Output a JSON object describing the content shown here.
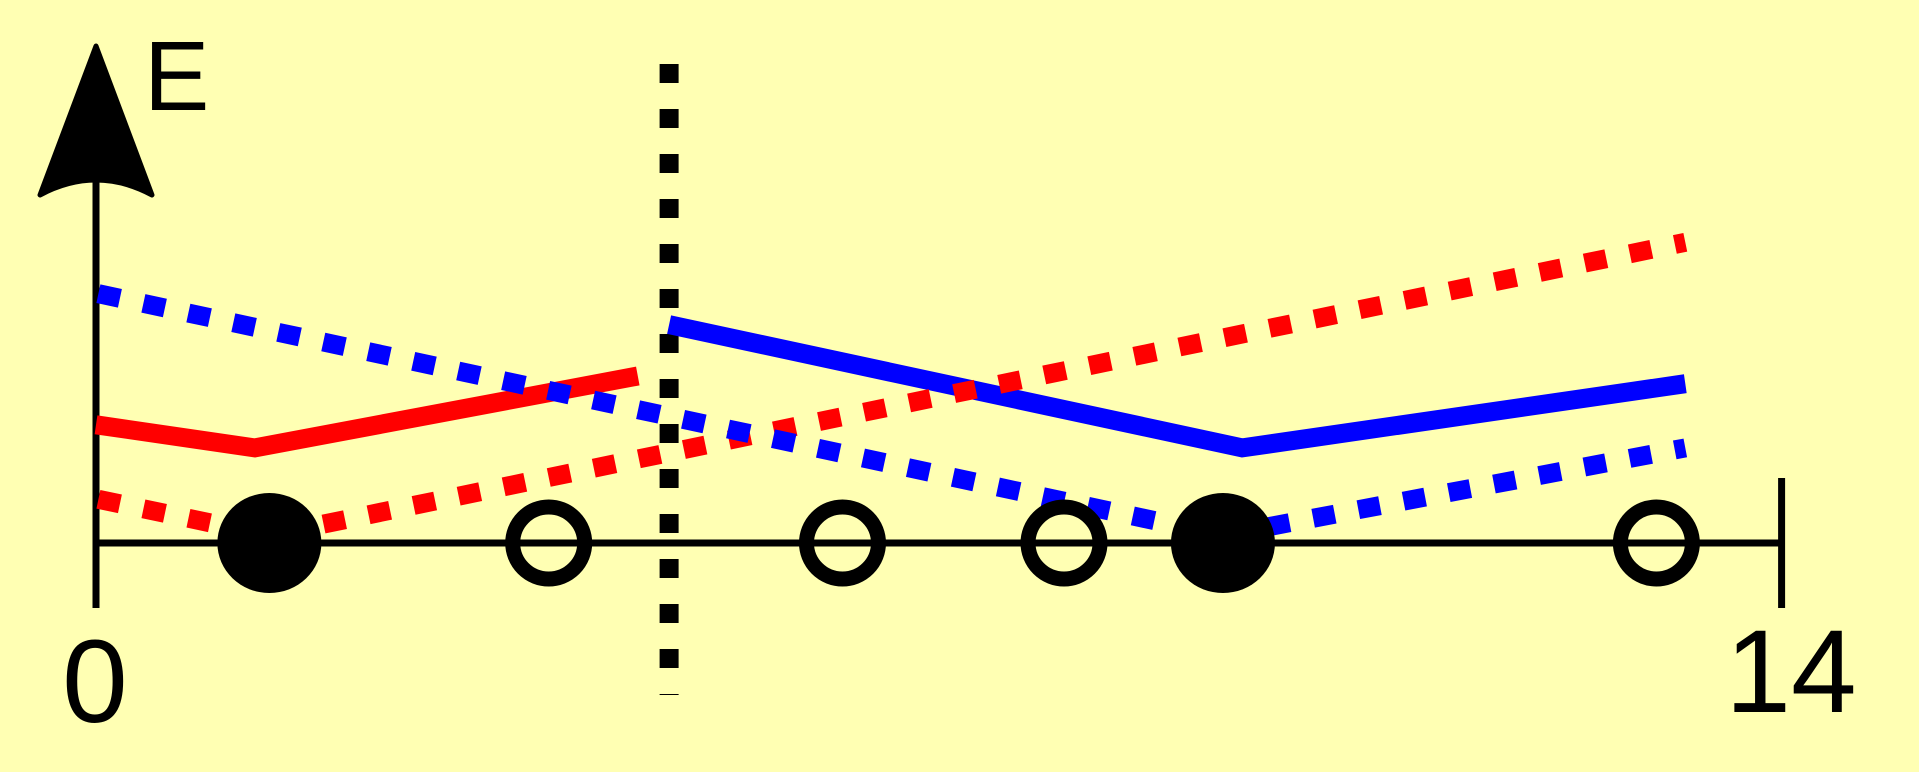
{
  "colors": {
    "background": "#ffffb3",
    "axis": "#000000",
    "red": "#ff0000",
    "blue": "#0000ff"
  },
  "diagram": {
    "y_axis_label": "E",
    "x_start_label": "0",
    "x_end_label": "14"
  },
  "chart_data": {
    "type": "line",
    "x_range": [
      0,
      14
    ],
    "divider_x": 4.76,
    "sites": [
      {
        "x": 1.44,
        "filled": true
      },
      {
        "x": 3.76,
        "filled": false
      },
      {
        "x": 6.2,
        "filled": false
      },
      {
        "x": 8.04,
        "filled": false
      },
      {
        "x": 9.36,
        "filled": true
      },
      {
        "x": 12.96,
        "filled": false
      }
    ],
    "series": [
      {
        "color": "red",
        "style": "solid",
        "points": [
          [
            0,
            4.6
          ],
          [
            1.32,
            3.7
          ],
          [
            4.5,
            6.5
          ]
        ]
      },
      {
        "color": "blue",
        "style": "solid",
        "points": [
          [
            4.76,
            8.5
          ],
          [
            9.52,
            3.7
          ],
          [
            13.2,
            6.2
          ]
        ]
      },
      {
        "color": "red",
        "style": "dotted",
        "points": [
          [
            0.02,
            1.7
          ],
          [
            1.44,
            0.3
          ],
          [
            13.2,
            11.7
          ]
        ]
      },
      {
        "color": "blue",
        "style": "dotted",
        "points": [
          [
            0.02,
            9.7
          ],
          [
            9.36,
            0.3
          ],
          [
            13.2,
            3.7
          ]
        ]
      }
    ]
  }
}
